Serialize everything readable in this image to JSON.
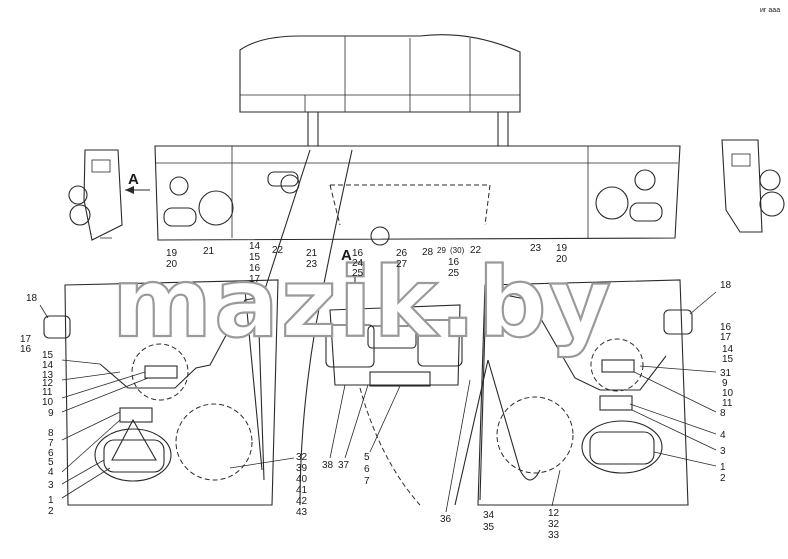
{
  "watermark": "mazik.by",
  "corner_mark": "иг ааа",
  "view_marks": [
    "A",
    "A"
  ],
  "labels": {
    "l1": "19",
    "l2": "20",
    "l3": "21",
    "l4": "14",
    "l5": "15",
    "l6": "16",
    "l7": "17",
    "l8": "22",
    "l9": "21",
    "l10": "23",
    "l11": "16",
    "l12": "24",
    "l13": "25",
    "l14": "26",
    "l15": "27",
    "l16": "28",
    "l17": "29",
    "l18": "(30)",
    "l19": "22",
    "l20": "16",
    "l21": "25",
    "l22": "23",
    "l23": "19",
    "l24": "20",
    "l25": "18",
    "l26": "17",
    "l27": "16",
    "l28": "15",
    "l29": "14",
    "l30": "13",
    "l31": "12",
    "l32": "11",
    "l33": "10",
    "l34": "9",
    "l35": "8",
    "l36": "7",
    "l37": "6",
    "l38": "5",
    "l39": "4",
    "l40": "3",
    "l41": "1",
    "l42": "2",
    "l43": "18",
    "l44": "16",
    "l45": "17",
    "l46": "14",
    "l47": "15",
    "l48": "31",
    "l49": "9",
    "l50": "10",
    "l51": "11",
    "l52": "8",
    "l53": "4",
    "l54": "3",
    "l55": "1",
    "l56": "2",
    "l57": "32",
    "l58": "39",
    "l59": "40",
    "l60": "41",
    "l61": "42",
    "l62": "43",
    "l63": "38",
    "l64": "37",
    "l65": "5",
    "l66": "6",
    "l67": "7",
    "l68": "36",
    "l69": "34",
    "l70": "35",
    "l71": "12",
    "l72": "32",
    "l73": "33"
  }
}
